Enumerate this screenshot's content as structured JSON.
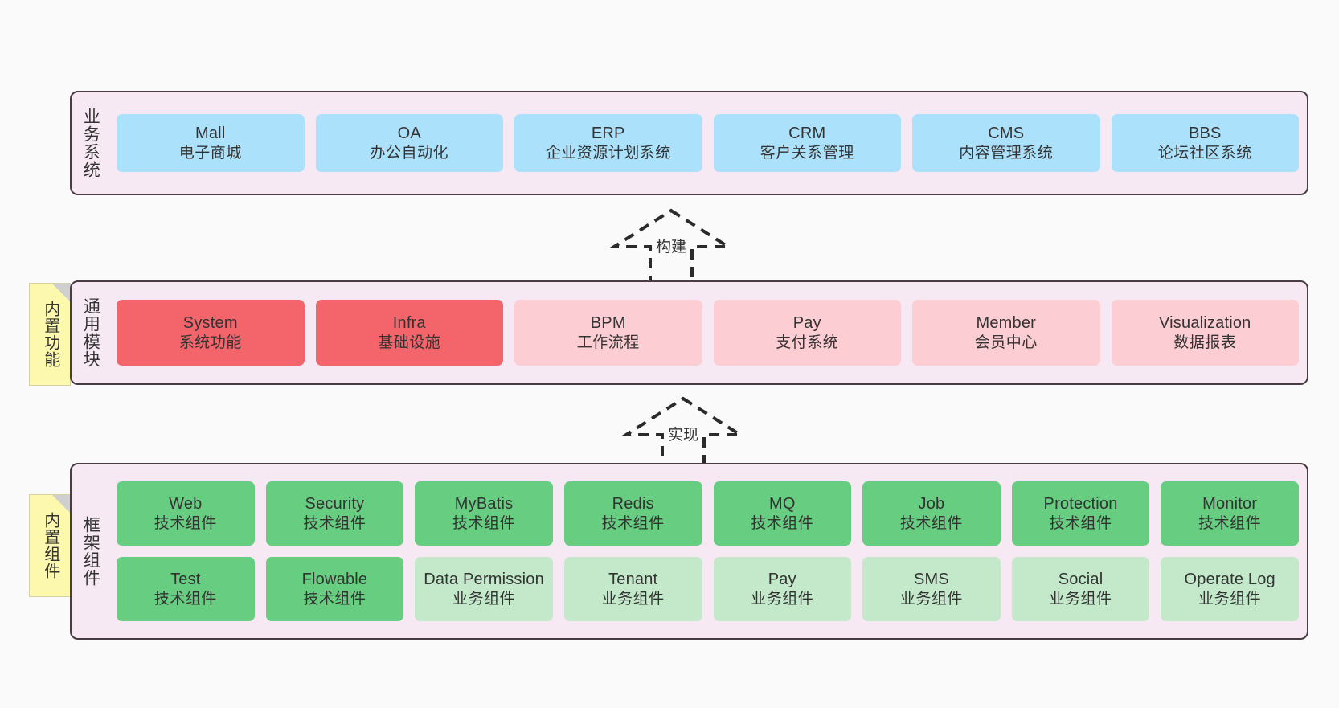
{
  "diagram": {
    "background": "#fafafa",
    "panel_fill": "#f7e9f3",
    "panel_border": "#4a3a42",
    "note_fill": "#fcf8ae",
    "colors": {
      "business": "#ace1fb",
      "core_module": "#f4646b",
      "module": "#fccdd3",
      "tech_component": "#67cd80",
      "biz_component": "#c3e8ca"
    }
  },
  "layers": {
    "business": {
      "title": "业务系统",
      "nodes": [
        {
          "en": "Mall",
          "cn": "电子商城",
          "color": "blue"
        },
        {
          "en": "OA",
          "cn": "办公自动化",
          "color": "blue"
        },
        {
          "en": "ERP",
          "cn": "企业资源计划系统",
          "color": "blue"
        },
        {
          "en": "CRM",
          "cn": "客户关系管理",
          "color": "blue"
        },
        {
          "en": "CMS",
          "cn": "内容管理系统",
          "color": "blue"
        },
        {
          "en": "BBS",
          "cn": "论坛社区系统",
          "color": "blue"
        }
      ]
    },
    "common": {
      "title": "通用模块",
      "note": "内置功能",
      "nodes": [
        {
          "en": "System",
          "cn": "系统功能",
          "color": "red"
        },
        {
          "en": "Infra",
          "cn": "基础设施",
          "color": "red"
        },
        {
          "en": "BPM",
          "cn": "工作流程",
          "color": "pink-light"
        },
        {
          "en": "Pay",
          "cn": "支付系统",
          "color": "pink-light"
        },
        {
          "en": "Member",
          "cn": "会员中心",
          "color": "pink-light"
        },
        {
          "en": "Visualization",
          "cn": "数据报表",
          "color": "pink-light"
        }
      ]
    },
    "framework": {
      "title": "框架组件",
      "note": "内置组件",
      "row1": [
        {
          "en": "Web",
          "cn": "技术组件",
          "color": "green"
        },
        {
          "en": "Security",
          "cn": "技术组件",
          "color": "green"
        },
        {
          "en": "MyBatis",
          "cn": "技术组件",
          "color": "green"
        },
        {
          "en": "Redis",
          "cn": "技术组件",
          "color": "green"
        },
        {
          "en": "MQ",
          "cn": "技术组件",
          "color": "green"
        },
        {
          "en": "Job",
          "cn": "技术组件",
          "color": "green"
        },
        {
          "en": "Protection",
          "cn": "技术组件",
          "color": "green"
        },
        {
          "en": "Monitor",
          "cn": "技术组件",
          "color": "green"
        }
      ],
      "row2": [
        {
          "en": "Test",
          "cn": "技术组件",
          "color": "green"
        },
        {
          "en": "Flowable",
          "cn": "技术组件",
          "color": "green"
        },
        {
          "en": "Data Permission",
          "cn": "业务组件",
          "color": "green-light"
        },
        {
          "en": "Tenant",
          "cn": "业务组件",
          "color": "green-light"
        },
        {
          "en": "Pay",
          "cn": "业务组件",
          "color": "green-light"
        },
        {
          "en": "SMS",
          "cn": "业务组件",
          "color": "green-light"
        },
        {
          "en": "Social",
          "cn": "业务组件",
          "color": "green-light"
        },
        {
          "en": "Operate Log",
          "cn": "业务组件",
          "color": "green-light"
        }
      ]
    }
  },
  "arrows": {
    "build": {
      "label": "构建"
    },
    "implement": {
      "label": "实现"
    }
  }
}
